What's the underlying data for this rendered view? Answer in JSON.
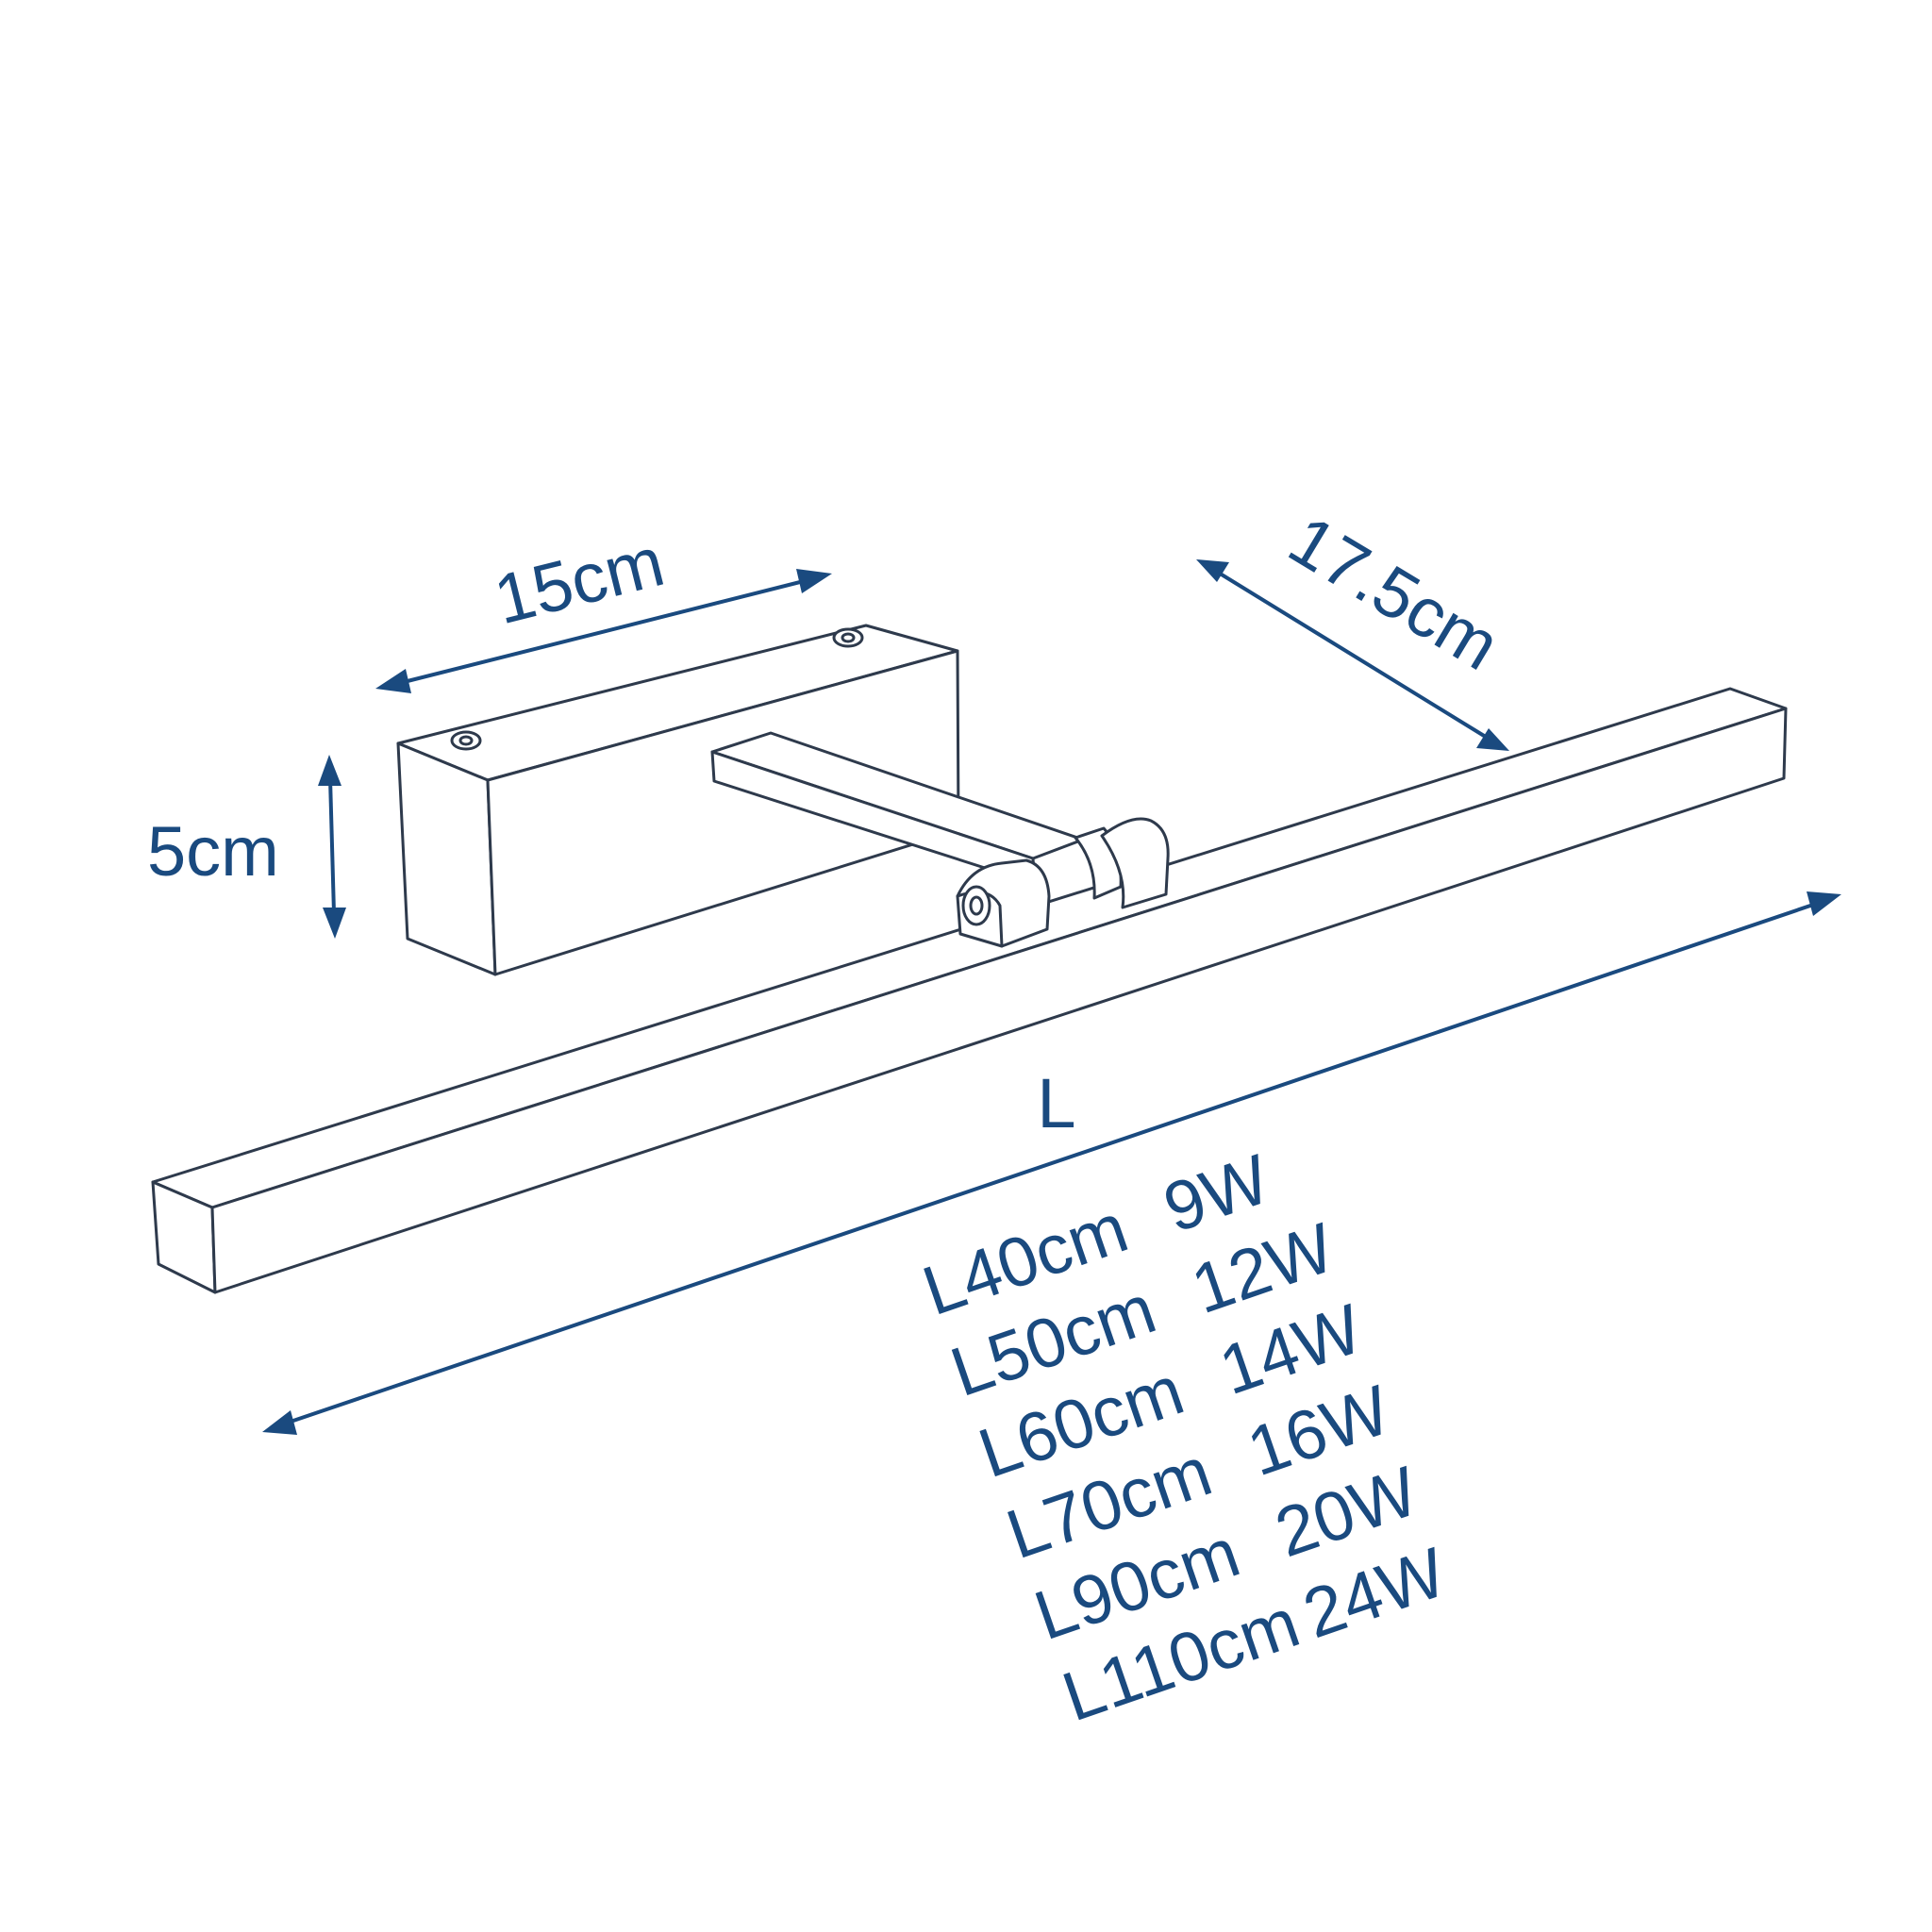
{
  "dimensions": {
    "width_label": "15cm",
    "height_label": "5cm",
    "arm_label": "17.5cm",
    "length_label": "L"
  },
  "specs": [
    {
      "length": "L40cm",
      "power": "9W"
    },
    {
      "length": "L50cm",
      "power": "12W"
    },
    {
      "length": "L60cm",
      "power": "14W"
    },
    {
      "length": "L70cm",
      "power": "16W"
    },
    {
      "length": "L90cm",
      "power": "20W"
    },
    {
      "length": "L110cm",
      "power": "24W"
    }
  ],
  "colors": {
    "dimension": "#1a4a7f",
    "outline": "#2e3a4c",
    "background": "#ffffff"
  }
}
